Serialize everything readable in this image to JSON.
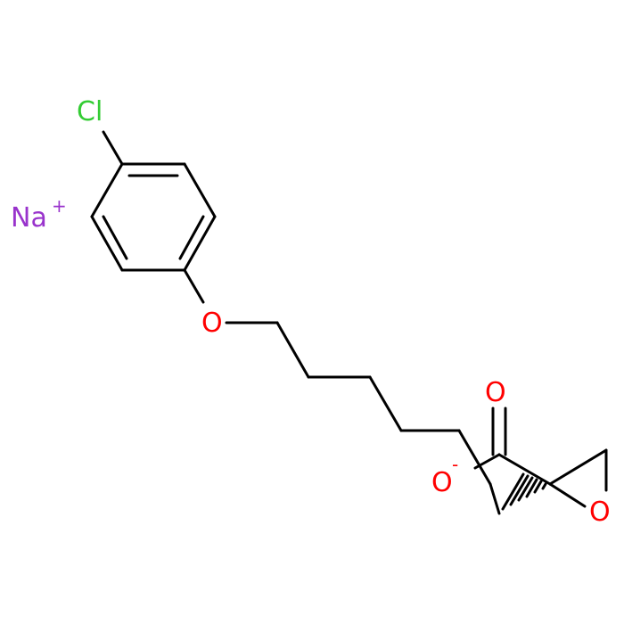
{
  "diagram_type": "chemical-structure",
  "atoms": {
    "chlorine": "Cl",
    "sodium": "Na",
    "ether_oxygen": "O",
    "carbonyl_oxygen": "O",
    "carboxylate_oxygen": "O",
    "epoxide_oxygen": "O"
  },
  "charges": {
    "sodium": "+",
    "carboxylate": "-"
  },
  "colors": {
    "bond": "#000000",
    "chlorine": "#33cc33",
    "sodium": "#9933cc",
    "oxygen": "#ff0000"
  }
}
